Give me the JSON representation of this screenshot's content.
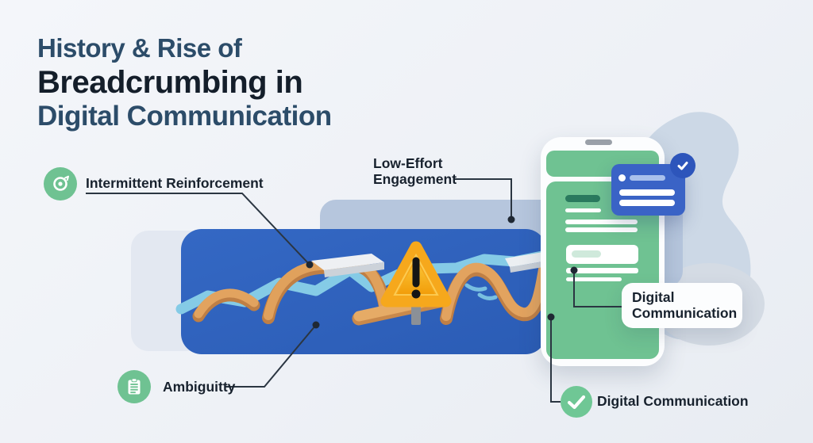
{
  "title": {
    "line1": "History & Rise of",
    "line2": "Breadcrumbing in",
    "line3": "Digital Communication"
  },
  "callouts": {
    "intermittent_reinforcement": {
      "label": "Intermittent Reinforcement",
      "icon": "gauge-icon"
    },
    "low_effort_engagement": {
      "line1": "Low-Effort",
      "line2": "Engagement"
    },
    "ambiguity": {
      "label": "Ambiguitty",
      "icon": "clipboard-icon"
    },
    "digital_communication_tag": {
      "line1": "Digital",
      "line2": "Communication"
    },
    "digital_communication_footer": {
      "label": "Digital Communication",
      "icon": "check-circle-icon"
    }
  },
  "illustration": {
    "elements": [
      "breadcrumb-path",
      "winding-river",
      "warning-triangle-sign",
      "phone-mockup",
      "notification-card",
      "check-badge"
    ]
  },
  "colors": {
    "accent_green": "#6fc292",
    "panel_blue": "#2f62bd",
    "river_blue": "#85cbe6",
    "breadcrumb_orange": "#e2a35f",
    "warning_yellow": "#ffc82e",
    "notification_blue": "#3a63c6",
    "band_blue": "#b6c6dd",
    "blob_gray_blue": "#ccd8e6",
    "title_slate": "#2c4c69",
    "title_dark": "#141e2a",
    "text_dark": "#18222e"
  }
}
